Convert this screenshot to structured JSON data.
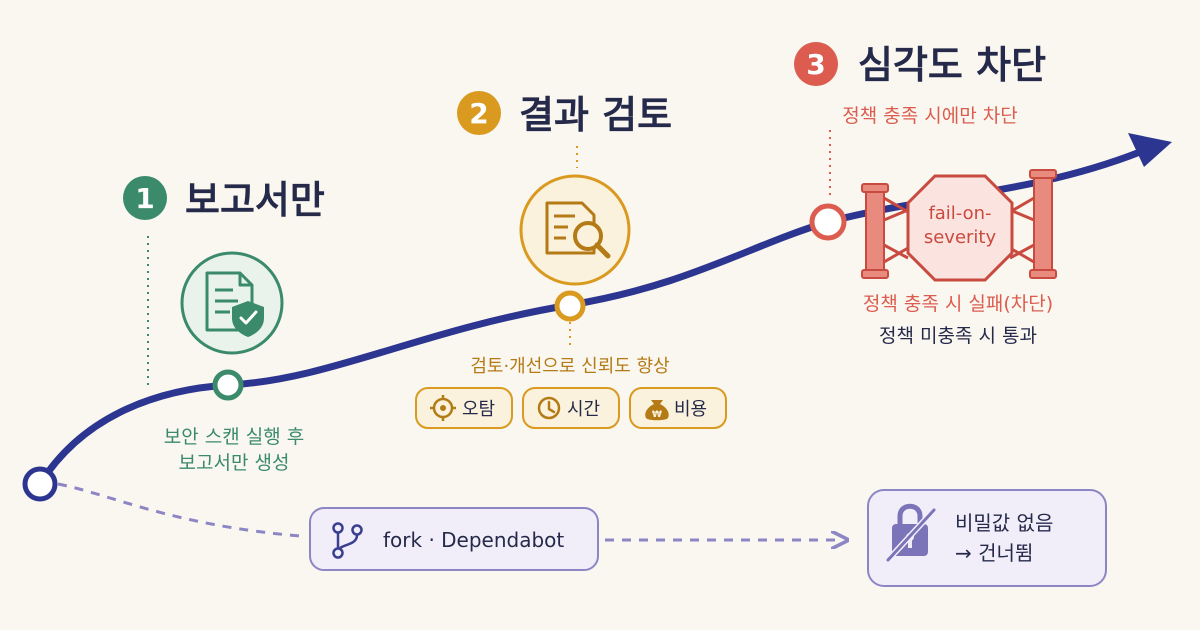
{
  "colors": {
    "background": "#faf7f0",
    "path": "#2c3590",
    "branch": "#8d86c4",
    "step1": "#3a8a6b",
    "step2": "#d99a1f",
    "step3": "#dc5c4f",
    "dark_text": "#262a4a",
    "tag_fill": "#fbf2dd",
    "branch_fill": "#f1eef9"
  },
  "step1": {
    "number": "1",
    "title": "보고서만",
    "desc_line1": "보안 스캔 실행 후",
    "desc_line2": "보고서만 생성",
    "icon": "shield-document-icon"
  },
  "step2": {
    "number": "2",
    "title": "결과 검토",
    "desc": "검토·개선으로 신뢰도 향상",
    "icon": "document-search-icon",
    "tags": [
      {
        "label": "오탐",
        "icon": "crosshair-icon"
      },
      {
        "label": "시간",
        "icon": "clock-icon"
      },
      {
        "label": "비용",
        "icon": "money-bag-icon"
      }
    ]
  },
  "step3": {
    "number": "3",
    "title": "심각도 차단",
    "subtitle": "정책 충족 시에만 차단",
    "gate_line1": "fail-on-",
    "gate_line2": "severity",
    "fail_text": "정책 충족 시 실패(차단)",
    "pass_text": "정책 미충족 시 통과",
    "icon": "stop-gate-icon"
  },
  "branch": {
    "label": "fork · Dependabot",
    "icon": "git-branch-icon",
    "skip_line1": "비밀값 없음",
    "skip_line2": "→ 건너뜀",
    "skip_icon": "locked-padlock-icon"
  }
}
